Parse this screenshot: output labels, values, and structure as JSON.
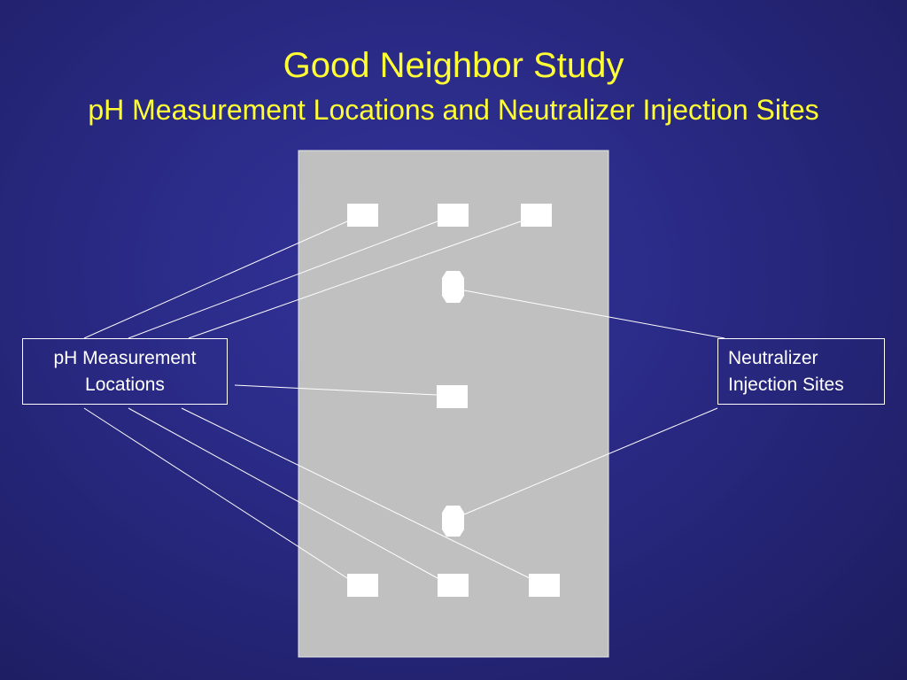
{
  "header": {
    "title": "Good Neighbor Study",
    "subtitle": "pH Measurement Locations and Neutralizer Injection Sites"
  },
  "labels": {
    "ph_locations": [
      "pH Measurement",
      "Locations"
    ],
    "injection_sites": [
      "Neutralizer",
      "Injection Sites"
    ]
  },
  "colors": {
    "title": "#ffff33",
    "panel": "#c0c0c0",
    "marker": "#ffffff",
    "connector": "#ffffff"
  },
  "icons": {
    "ph_marker": "white-rectangle",
    "injection_marker": "white-octagon"
  }
}
